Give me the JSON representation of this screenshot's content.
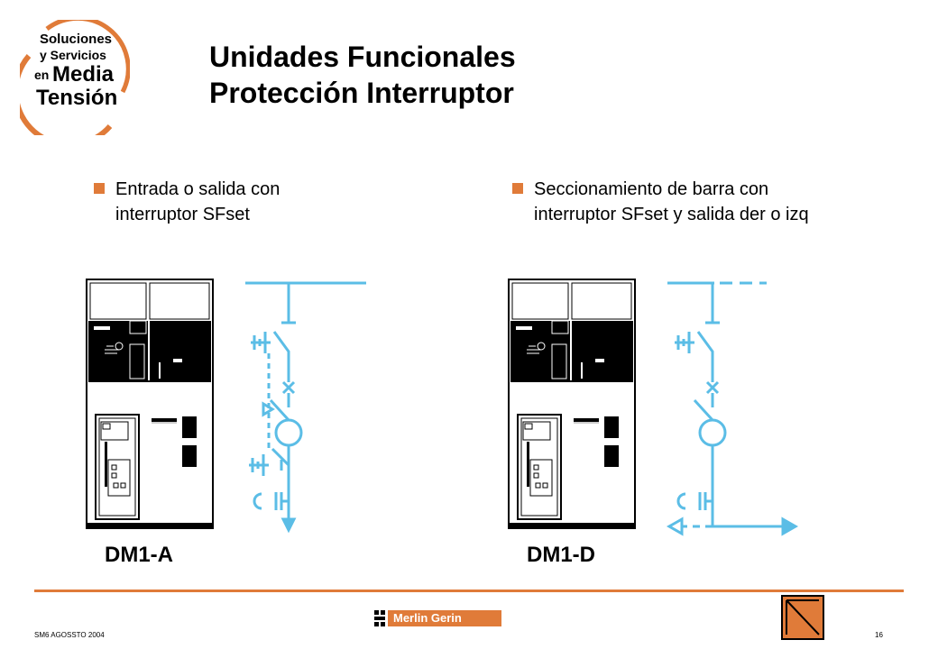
{
  "logo": {
    "line1": "Soluciones",
    "line2": "y Servicios",
    "line3_prefix": "en",
    "line3_main": "Media",
    "line4": "Tensión"
  },
  "title": {
    "line1": "Unidades Funcionales",
    "line2": "Protección Interruptor"
  },
  "bullets": {
    "left": {
      "line1": "Entrada o salida con",
      "line2": "interruptor SFset"
    },
    "right": {
      "line1": "Seccionamiento de barra con",
      "line2": "interruptor SFset y salida der o izq"
    }
  },
  "units": {
    "left_label": "DM1-A",
    "right_label": "DM1-D"
  },
  "footer": {
    "date": "SM6 AGOSSTO 2004",
    "page": "16",
    "brand": "Merlin Gerin"
  },
  "icons": {
    "bullet": "square-bullet-icon",
    "nav": "next-slide-icon",
    "brand_mark": "merlin-gerin-mark-icon"
  },
  "colors": {
    "accent": "#e07b39",
    "diagram": "#5bbde6",
    "text": "#000000",
    "logo_arc": "#e07b39"
  }
}
